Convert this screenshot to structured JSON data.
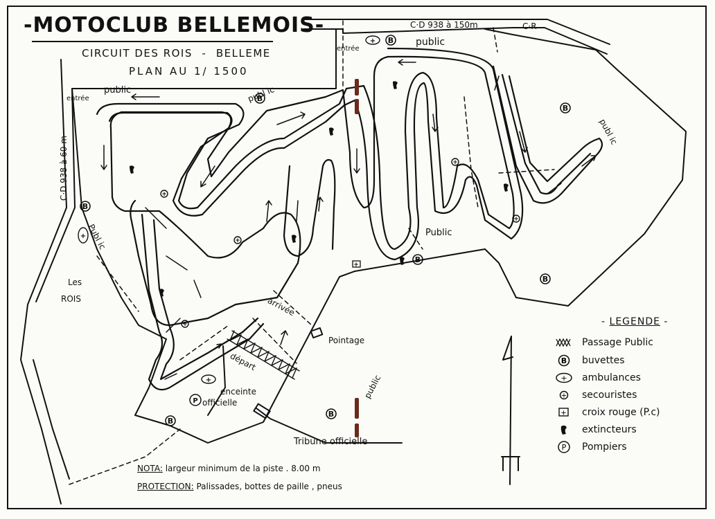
{
  "title": "MOTOCLUB BELLEMOIS",
  "subtitle_left": "CIRCUIT DES ROIS",
  "subtitle_sep": "-",
  "subtitle_right": "BELLEME",
  "scale": "PLAN AU 1/ 1500",
  "roads": {
    "top": "C·D 938 à 150m",
    "top_right": "C·R",
    "left": "C·D 938 à 60 m"
  },
  "labels": {
    "entree_top": "entrée",
    "public_top": "public",
    "entree_left": "entrée",
    "public_left": "public",
    "public_mid_curve": "publ ic",
    "public_right": "publ ic",
    "public_center": "Public",
    "public_left_vertical": "Publ ic",
    "les_rois_1": "Les",
    "les_rois_2": "ROIS",
    "arrivee": "arrivée",
    "depart": "départ",
    "pointage": "Pointage",
    "enceinte_1": "enceinte",
    "enceinte_2": "officielle",
    "tribune": "Tribune officielle",
    "public_bottom": "public"
  },
  "legend": {
    "title": "LEGENDE",
    "items": [
      {
        "icon": "crosshatch-icon",
        "label": "Passage  Public"
      },
      {
        "icon": "buvette-icon",
        "label": "buvettes"
      },
      {
        "icon": "ambulance-icon",
        "label": "ambulances"
      },
      {
        "icon": "secouriste-icon",
        "label": "secouristes"
      },
      {
        "icon": "red-cross-post-icon",
        "label": "croix rouge  (P.c)"
      },
      {
        "icon": "extinguisher-icon",
        "label": "extincteurs"
      },
      {
        "icon": "firefighter-icon",
        "label": "Pompiers"
      }
    ]
  },
  "notes": {
    "nota_key": "NOTA:",
    "nota_text": "largeur minimum de la piste . 8.00 m",
    "prot_key": "PROTECTION:",
    "prot_text": "Palissades, bottes de paille , pneus"
  }
}
